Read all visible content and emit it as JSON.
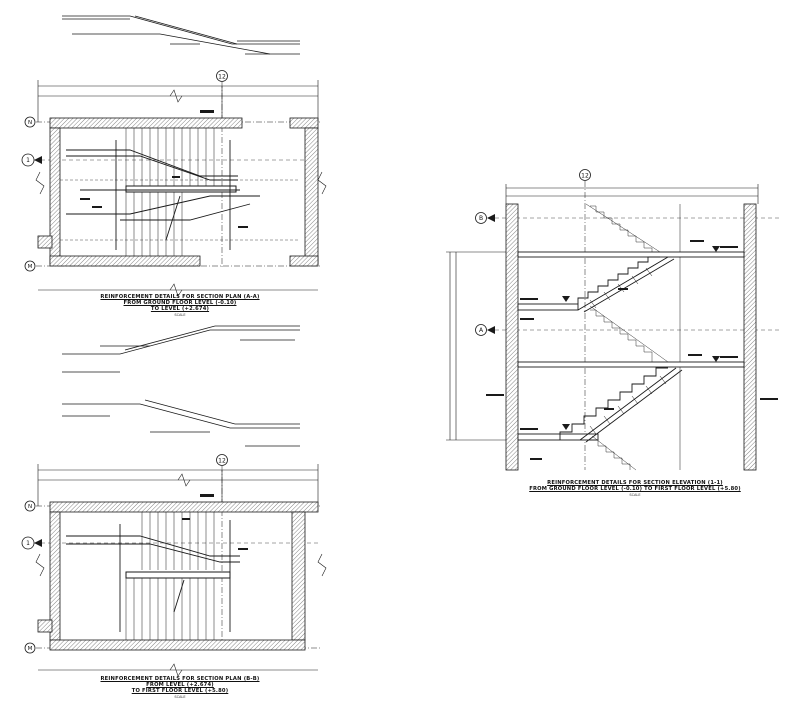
{
  "drawing": {
    "plan_a": {
      "grid_col": "12",
      "grid_rows": [
        "N",
        "M"
      ],
      "section_mark": "1",
      "title": [
        "REINFORCEMENT DETAILS FOR SECTION PLAN (A-A)",
        "FROM GROUND FLOOR LEVEL (-0.10)",
        "TO LEVEL (+2.674)"
      ],
      "scale": "SCALE"
    },
    "plan_b": {
      "grid_col": "12",
      "grid_rows": [
        "N",
        "M"
      ],
      "section_mark": "1",
      "title": [
        "REINFORCEMENT DETAILS FOR SECTION PLAN (B-B)",
        "FROM LEVEL (+2.674)",
        "TO FIRST FLOOR LEVEL (+5.80)"
      ],
      "scale": "SCALE"
    },
    "elevation": {
      "grid_col": "12",
      "section_marks": [
        "B",
        "A"
      ],
      "title": [
        "REINFORCEMENT DETAILS FOR SECTION ELEVATION (1-1)",
        "FROM GROUND FLOOR LEVEL (-0.10) TO FIRST FLOOR LEVEL (+5.80)"
      ],
      "scale": "SCALE"
    }
  },
  "colors": {
    "line": "#1a1a1a",
    "hatch": "#555555",
    "paper": "#ffffff"
  }
}
